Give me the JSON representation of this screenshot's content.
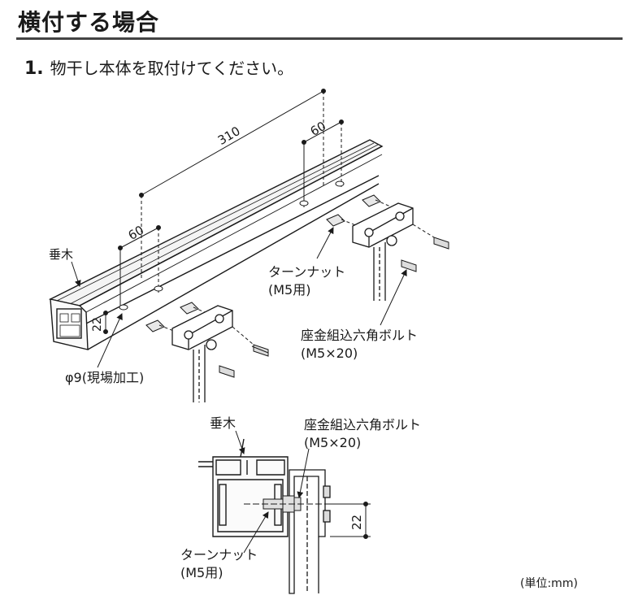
{
  "heading": "横付する場合",
  "step": {
    "number": "1.",
    "text": "物干し本体を取付けてください。"
  },
  "top_view": {
    "dim_310": "310",
    "dim_60_left": "60",
    "dim_60_right": "60",
    "dim_22": "22",
    "label_taruki": "垂木",
    "label_turn_nut": "ターンナット",
    "label_turn_nut_spec": "(M5用)",
    "label_bolt": "座金組込六角ボルト",
    "label_bolt_spec": "(M5×20)",
    "label_hole": "φ9(現場加工)"
  },
  "section_view": {
    "label_taruki": "垂木",
    "label_bolt": "座金組込六角ボルト",
    "label_bolt_spec": "(M5×20)",
    "label_turn_nut": "ターンナット",
    "label_turn_nut_spec": "(M5用)",
    "dim_22": "22"
  },
  "unit_note": "(単位:mm)"
}
